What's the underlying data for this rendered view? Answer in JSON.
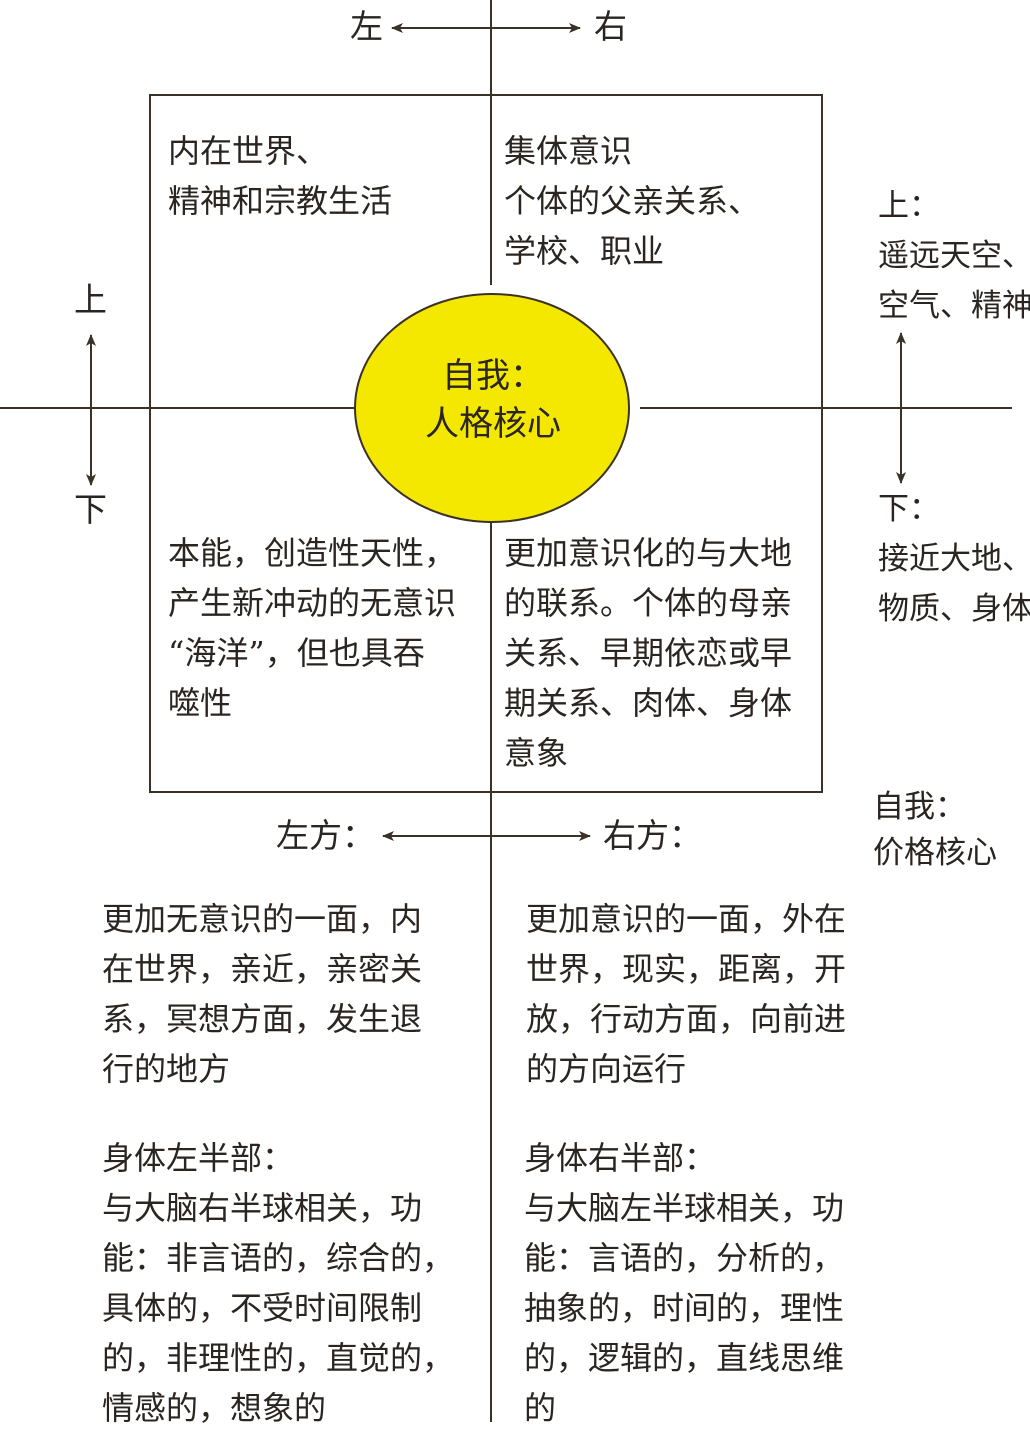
{
  "colors": {
    "line": "#3a3226",
    "core_fill": "#f5e800",
    "text": "#2a2520"
  },
  "axis_labels": {
    "left": "左",
    "right": "右",
    "up": "上",
    "down": "下"
  },
  "core": {
    "line1": "自我：",
    "line2": "人格核心"
  },
  "quadrants": {
    "top_left": [
      "内在世界、",
      "精神和宗教生活"
    ],
    "top_right": [
      "集体意识",
      "个体的父亲关系、",
      "学校、职业"
    ],
    "bottom_left": [
      "本能，创造性天性，",
      "产生新冲动的无意识",
      "“海洋”，但也具吞",
      "噬性"
    ],
    "bottom_right": [
      "更加意识化的与大地",
      "的联系。个体的母亲",
      "关系、早期依恋或早",
      "期关系、肉体、身体",
      "意象"
    ]
  },
  "side_notes": {
    "up_title": "上：",
    "up_lines": [
      "遥远天空、",
      "空气、精神"
    ],
    "down_title": "下：",
    "down_lines": [
      "接近大地、",
      "物质、身体"
    ],
    "caption_lines": [
      "自我：",
      "价格核心"
    ]
  },
  "bottom": {
    "left_title": "左方：",
    "right_title": "右方：",
    "left_desc": [
      "更加无意识的一面，内",
      "在世界，亲近，亲密关",
      "系，冥想方面，发生退",
      "行的地方"
    ],
    "right_desc": [
      "更加意识的一面，外在",
      "世界，现实，距离，开",
      "放，行动方面，向前进",
      "的方向运行"
    ],
    "left_body_title": "身体左半部：",
    "left_body": [
      "与大脑右半球相关，功",
      "能：非言语的，综合的，",
      "具体的，不受时间限制",
      "的，非理性的，直觉的，",
      "情感的，想象的"
    ],
    "right_body_title": "身体右半部：",
    "right_body": [
      "与大脑左半球相关，功",
      "能：言语的，分析的，",
      "抽象的，时间的，理性",
      "的，逻辑的，直线思维",
      "的"
    ]
  }
}
